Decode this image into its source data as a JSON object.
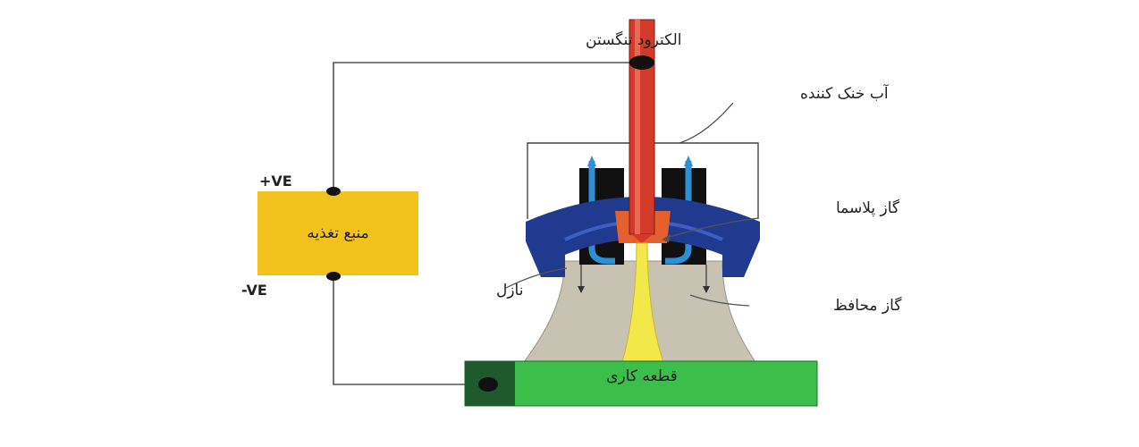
{
  "labels": {
    "tungsten_electrode": "الکترود تنگستن",
    "cooling_water": "آب خنک کننده",
    "plasma_gas": "گاز پلاسما",
    "nozzle": "نازل",
    "shielding_gas": "گاز محافظ",
    "workpiece": "قطعه کاری",
    "power_source": "منبع تغذیه",
    "positive_terminal": "+VE",
    "negative_terminal": "-VE"
  },
  "colors": {
    "electrode": "#d43a2a",
    "power_source": "#f4c21c",
    "workpiece": "#3bbf4a",
    "torch_body": "#1f3a8f",
    "shield_gas": "#c7c2b2",
    "plasma_arc": "#f3e84a",
    "cooling_channel": "#2d8fd6",
    "wire": "#555555"
  }
}
